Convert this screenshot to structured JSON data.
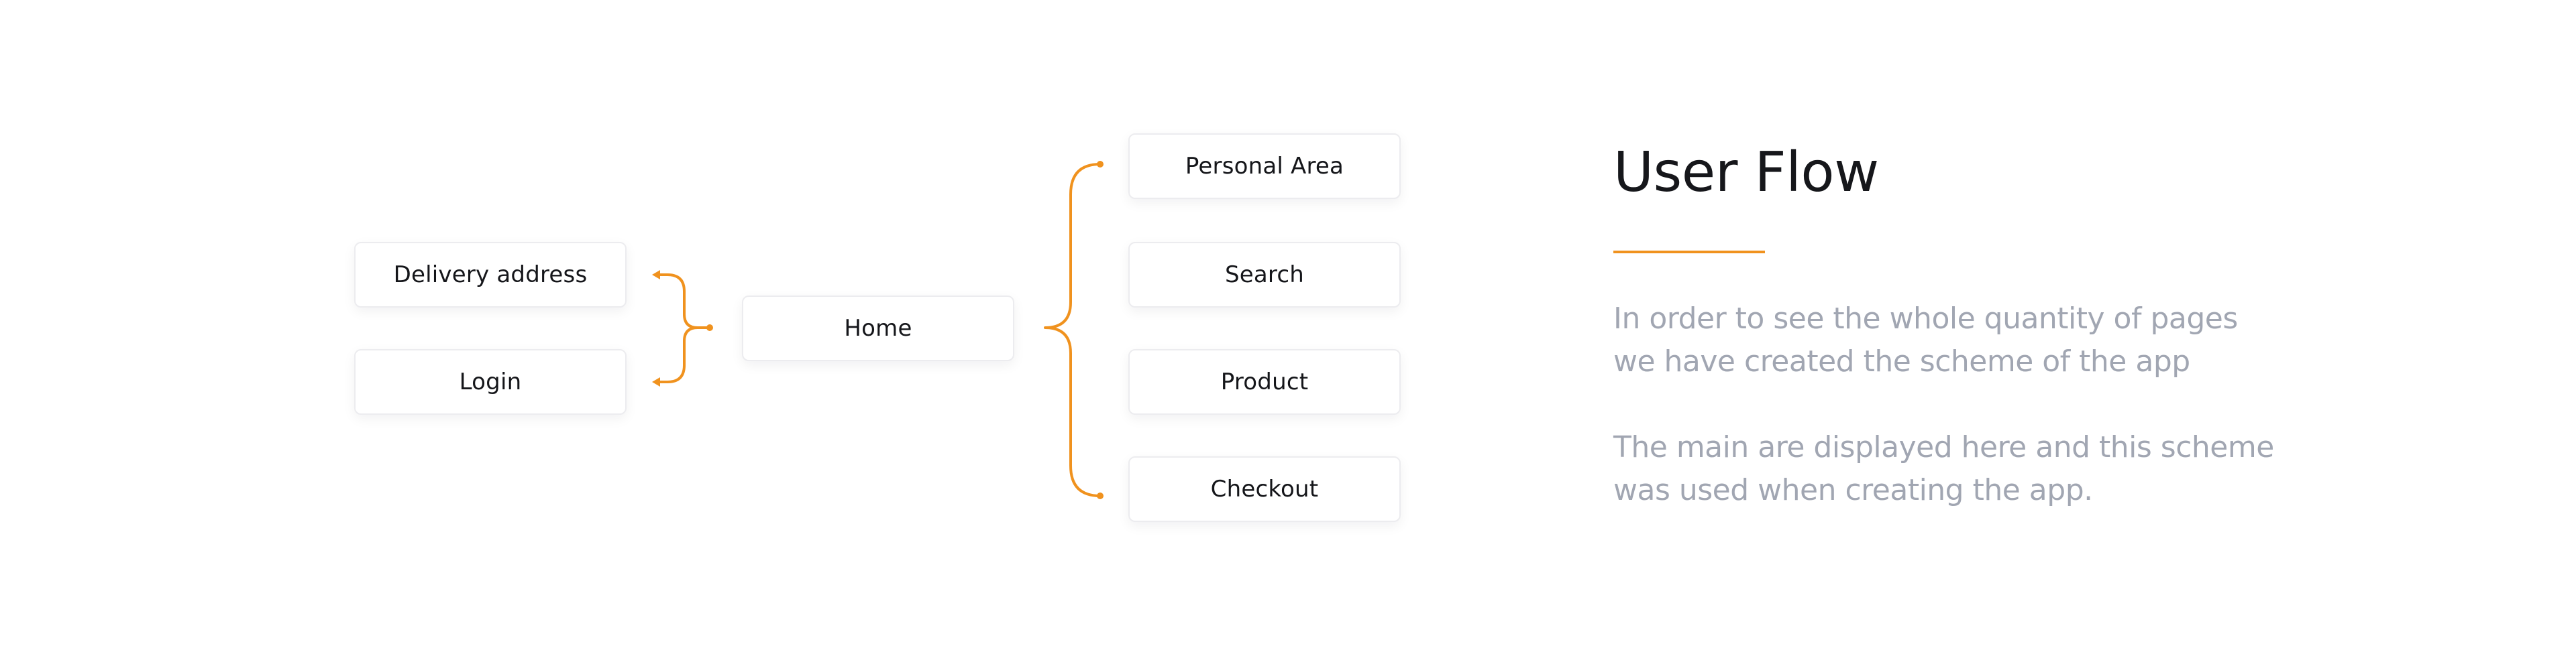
{
  "flow": {
    "nodes": {
      "delivery": "Delivery address",
      "login": "Login",
      "home": "Home",
      "personal": "Personal Area",
      "search": "Search",
      "product": "Product",
      "checkout": "Checkout"
    }
  },
  "panel": {
    "title": "User Flow",
    "paragraphs": [
      "In order to see the whole quantity of pages we have created the scheme of the app",
      "The main are displayed here and this scheme was used  when creating the app."
    ]
  },
  "colors": {
    "accent": "#f0921e",
    "body_text": "#a1a6b2",
    "title_text": "#16171b",
    "node_border": "#ececef"
  }
}
